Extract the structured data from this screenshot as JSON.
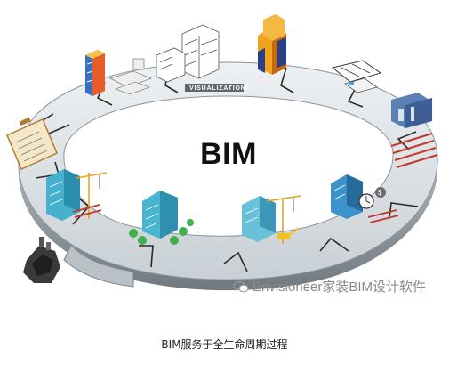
{
  "diagram": {
    "center_label": "BIM",
    "ring_label": "VISUALIZATION",
    "watermark_text": "Envisioneer家装BIM设计软件",
    "caption": "BIM服务于全生命周期过程"
  },
  "icons": {
    "watermark": "wechat-icon"
  },
  "colors": {
    "ring_top": "#dde2e6",
    "ring_side": "#9ea7ae",
    "ring_divider": "#2b2b2b",
    "building_blue": "#3fa7c8",
    "building_orange": "#f0a020",
    "crane_red": "#c0392b",
    "tree_green": "#3fb04a"
  }
}
